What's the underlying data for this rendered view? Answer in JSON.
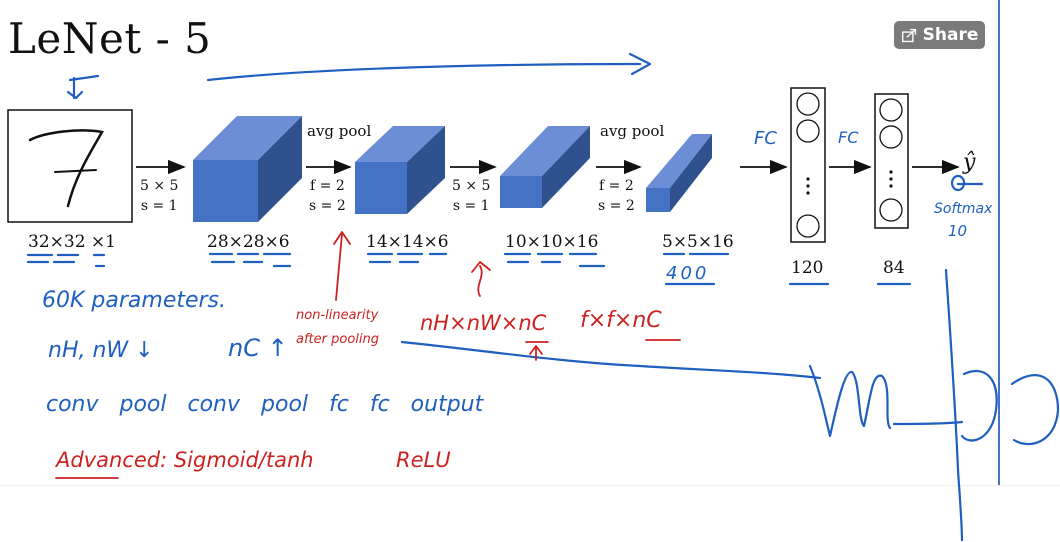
{
  "title": "LeNet - 5",
  "share_button": {
    "label": "Share",
    "icon": "share-icon"
  },
  "input": {
    "digit": "7",
    "dims": "32×32 ×1"
  },
  "layers": [
    {
      "dims": "28×28×6"
    },
    {
      "dims": "14×14×6"
    },
    {
      "dims": "10×10×16"
    },
    {
      "dims": "5×5×16"
    }
  ],
  "operations": [
    {
      "line1": "5 × 5",
      "line2": "s = 1"
    },
    {
      "label": "avg pool",
      "line1": "f = 2",
      "line2": "s = 2"
    },
    {
      "line1": "5 × 5",
      "line2": "s = 1"
    },
    {
      "label": "avg pool",
      "line1": "f = 2",
      "line2": "s = 2"
    }
  ],
  "fc_layers": [
    {
      "units": "120",
      "label": "FC"
    },
    {
      "units": "84",
      "label": "FC"
    }
  ],
  "output": {
    "symbol": "ŷ",
    "note_line1": "Softmax",
    "note_line2": "10"
  },
  "annotations": {
    "flatten": "400",
    "parameters": "60K parameters.",
    "shrink": "nH, nW ↓",
    "grow": "nC ↑",
    "sequence": "conv pool conv pool fc fc output",
    "nonlinearity": "non-linearity after pooling",
    "shape": "nH×nW×nC",
    "filter": "f×f×nC",
    "advanced": "Advanced: Sigmoid/tanh",
    "relu": "ReLU"
  },
  "colors": {
    "volume_front": "#4472c4",
    "volume_top": "#6b8ed6",
    "volume_side": "#2f528f",
    "ink_blue": "#1f5fbf",
    "ink_red": "#cc2222"
  }
}
